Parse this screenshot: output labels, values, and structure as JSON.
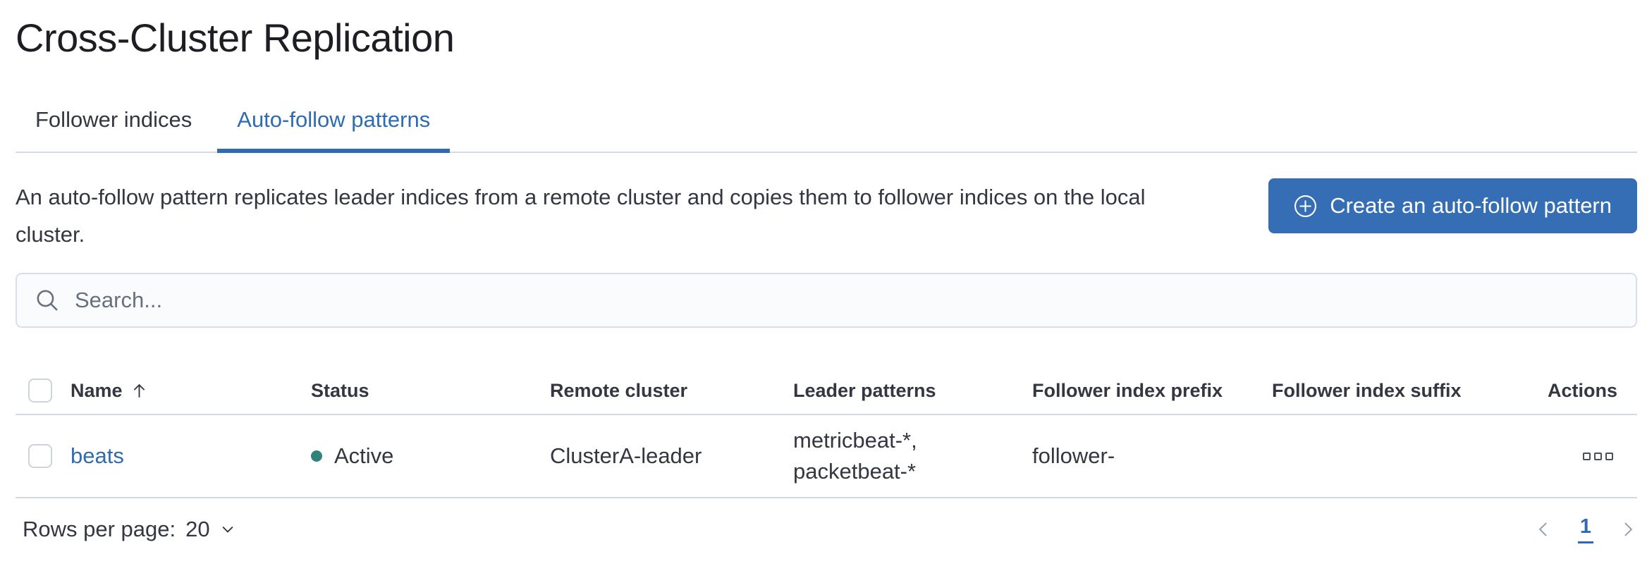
{
  "page": {
    "title": "Cross-Cluster Replication"
  },
  "tabs": [
    {
      "label": "Follower indices",
      "active": false
    },
    {
      "label": "Auto-follow patterns",
      "active": true
    }
  ],
  "header": {
    "description": "An auto-follow pattern replicates leader indices from a remote cluster and copies them to follower indices on the local cluster.",
    "create_button_label": "Create an auto-follow pattern",
    "create_button_icon": "plus-in-circle-icon"
  },
  "search": {
    "placeholder": "Search...",
    "value": "",
    "icon": "search-icon"
  },
  "table": {
    "columns": [
      "Name",
      "Status",
      "Remote cluster",
      "Leader patterns",
      "Follower index prefix",
      "Follower index suffix",
      "Actions"
    ],
    "sort": {
      "column": "Name",
      "direction": "ascending",
      "icon": "sort-ascending-arrow-icon"
    },
    "rows": [
      {
        "name": "beats",
        "status": "Active",
        "remote_cluster": "ClusterA-leader",
        "leader_patterns": "metricbeat-*, packetbeat-*",
        "follower_index_prefix": "follower-",
        "follower_index_suffix": "",
        "actions_icon": "boxes-horizontal-icon"
      }
    ]
  },
  "footer": {
    "rows_per_page_label": "Rows per page:",
    "rows_per_page_value": "20",
    "rows_per_page_icon": "chevron-down-icon",
    "current_page": "1",
    "prev_icon": "chevron-left-icon",
    "next_icon": "chevron-right-icon"
  },
  "colors": {
    "primary_blue": "#2e6bb4",
    "button_blue": "#356eb4",
    "status_active_dot": "#2e8478",
    "text": "#343741",
    "border": "#d3dae6",
    "disabled_chevron": "#98a2b3"
  }
}
